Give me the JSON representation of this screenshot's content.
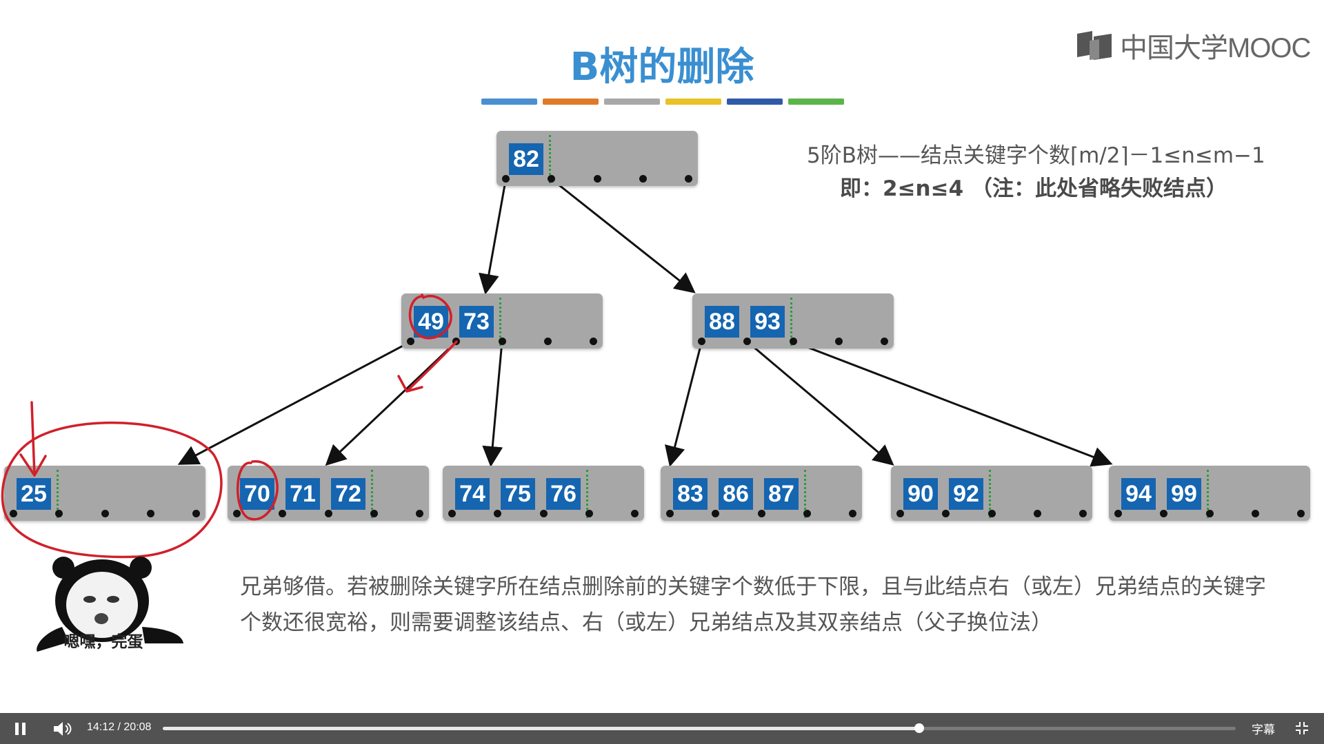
{
  "slide": {
    "title": "B树的删除",
    "logo_text": "中国大学MOOC",
    "color_bar": [
      "#4a90d0",
      "#e07a2a",
      "#a8a8a8",
      "#e8c227",
      "#2f5aa8",
      "#5cb54a"
    ],
    "note_line1": "5阶B树——结点关键字个数⌈m/2⌉－1≤n≤m−1",
    "note_line2": "即：2≤n≤4 （注：此处省略失败结点）",
    "explanation": "兄弟够借。若被删除关键字所在结点删除前的关键字个数低于下限，且与此结点右（或左）兄弟结点的关键字个数还很宽裕，则需要调整该结点、右（或左）兄弟结点及其双亲结点（父子换位法）",
    "meme_caption": "嗯嘿，完蛋",
    "annotation_color": "#d0202a",
    "key_color": "#1565b0",
    "node_color": "#a7a7a7"
  },
  "tree": {
    "root": {
      "keys": [
        "82"
      ]
    },
    "level2": [
      {
        "keys": [
          "49",
          "73"
        ]
      },
      {
        "keys": [
          "88",
          "93"
        ]
      }
    ],
    "leaves": [
      {
        "keys": [
          "25"
        ]
      },
      {
        "keys": [
          "70",
          "71",
          "72"
        ]
      },
      {
        "keys": [
          "74",
          "75",
          "76"
        ]
      },
      {
        "keys": [
          "83",
          "86",
          "87"
        ]
      },
      {
        "keys": [
          "90",
          "92"
        ]
      },
      {
        "keys": [
          "94",
          "99"
        ]
      }
    ]
  },
  "player": {
    "current_time": "14:12",
    "separator": "/",
    "duration": "20:08",
    "progress_fraction": 0.705,
    "subtitle_label": "字幕",
    "play_state_icon": "pause-icon",
    "volume_icon": "volume-icon",
    "fullscreen_icon": "exit-fullscreen-icon"
  }
}
